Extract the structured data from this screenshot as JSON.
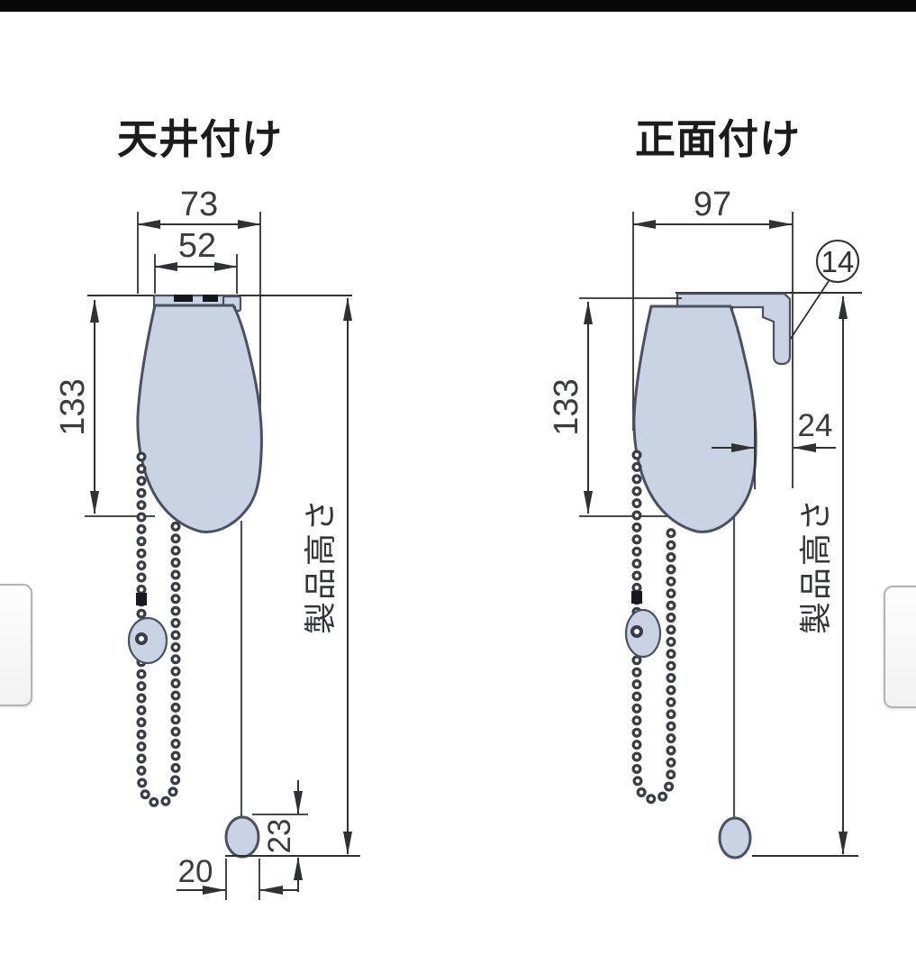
{
  "window": {
    "background": "#ffffff",
    "top_bar_color": "#070707"
  },
  "colors": {
    "part_fill": "#c9d3e4",
    "part_stroke": "#4b5160",
    "line": "#2f3135",
    "text": "#3a3c40",
    "detail_dark": "#15181d",
    "tab_border": "#b3b3b3"
  },
  "left_diagram": {
    "title": "天井付け",
    "top_width": "73",
    "inner_width": "52",
    "body_height": "133",
    "product_height_label": "製品高さ",
    "weight_width": "20",
    "weight_height": "23"
  },
  "right_diagram": {
    "title": "正面付け",
    "top_width": "97",
    "body_height": "133",
    "bracket_offset": "24",
    "product_height_label": "製品高さ",
    "bracket_part_number": "14"
  }
}
